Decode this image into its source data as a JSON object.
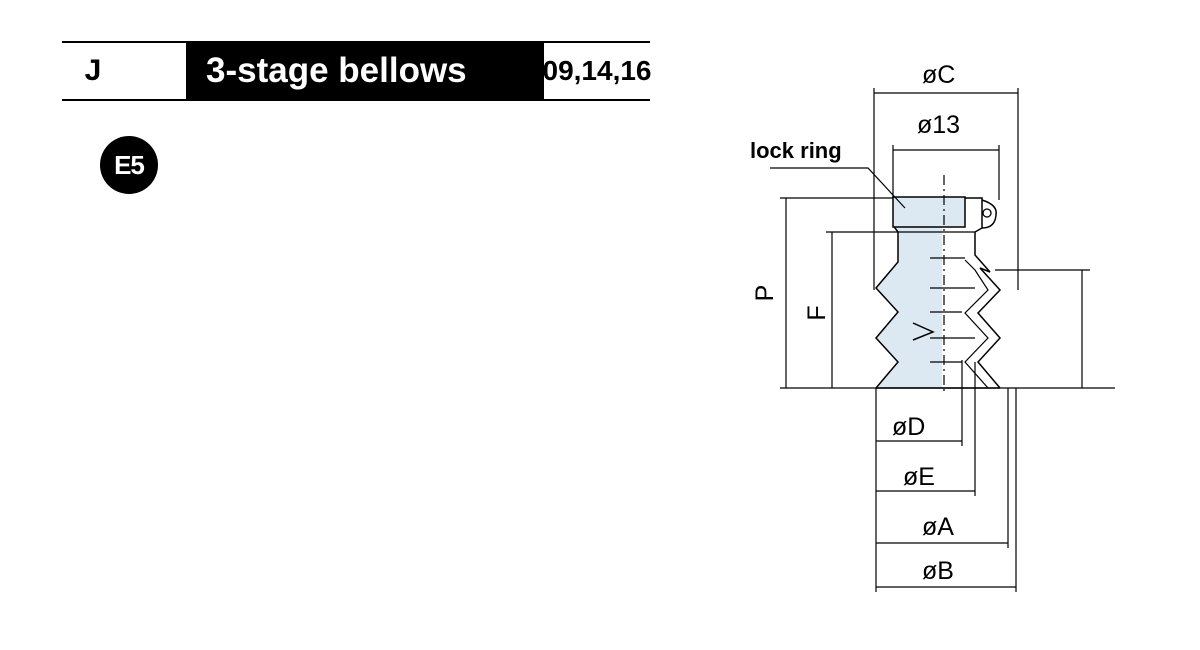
{
  "header": {
    "code": "J",
    "title": "3-stage bellows",
    "sizes": "09,14,16"
  },
  "badge": "E5",
  "drawing": {
    "labels": {
      "lock_ring": "lock ring",
      "dia_c": "øC",
      "dia_13": "ø13",
      "dia_d": "øD",
      "dia_e": "øE",
      "dia_a": "øA",
      "dia_b": "øB",
      "dim_p": "P",
      "dim_f": "F",
      "dim_y": "Y"
    },
    "colors": {
      "fill": "#dce8f2",
      "line": "#000000"
    }
  }
}
